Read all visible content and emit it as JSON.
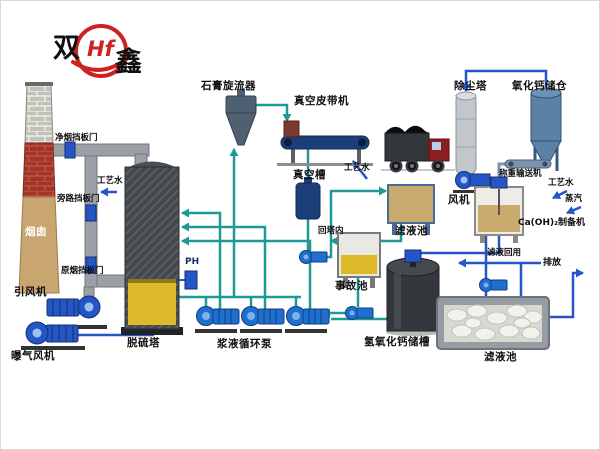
{
  "logo": {
    "left_char": "双",
    "right_char": "鑫",
    "monogram": "Hf"
  },
  "labels": {
    "chimney": "烟囱",
    "clean_flue_damper": "净烟挡板门",
    "bypass_damper": "旁路挡板门",
    "raw_flue_damper": "原烟挡板门",
    "process_water_left": "工艺水",
    "process_water_mid": "工艺水",
    "process_water_right": "工艺水",
    "id_fan": "引风机",
    "aeration_fan": "曝气风机",
    "desulfurization_tower": "脱硫塔",
    "ph_meter": "PH",
    "slurry_pumps": "浆液循环泵",
    "gypsum_cyclone": "石膏旋流器",
    "vacuum_belt": "真空皮带机",
    "vacuum_tank": "真空槽",
    "back_to_tower": "回塔内",
    "filtrate_pool_upper": "滤液池",
    "emergency_pool": "事故池",
    "calcium_hydroxide_tank": "氢氧化钙储槽",
    "dust_tower": "除尘塔",
    "calcium_oxide_silo": "氧化钙储仓",
    "fan": "风机",
    "weighing_conveyor": "称重输送机",
    "steam": "蒸汽",
    "caoh2_machine": "Ca(OH)₂制备机",
    "filtrate_reuse": "滤液回用",
    "discharge": "排放",
    "filtrate_pool_lower": "滤液池"
  },
  "colors": {
    "pipe_slurry": "#1f9898",
    "pipe_water": "#2456c8",
    "logo_red": "#cc2222",
    "tower_yellow": "#ddb92a",
    "tank_tan": "#c9ab6e"
  }
}
